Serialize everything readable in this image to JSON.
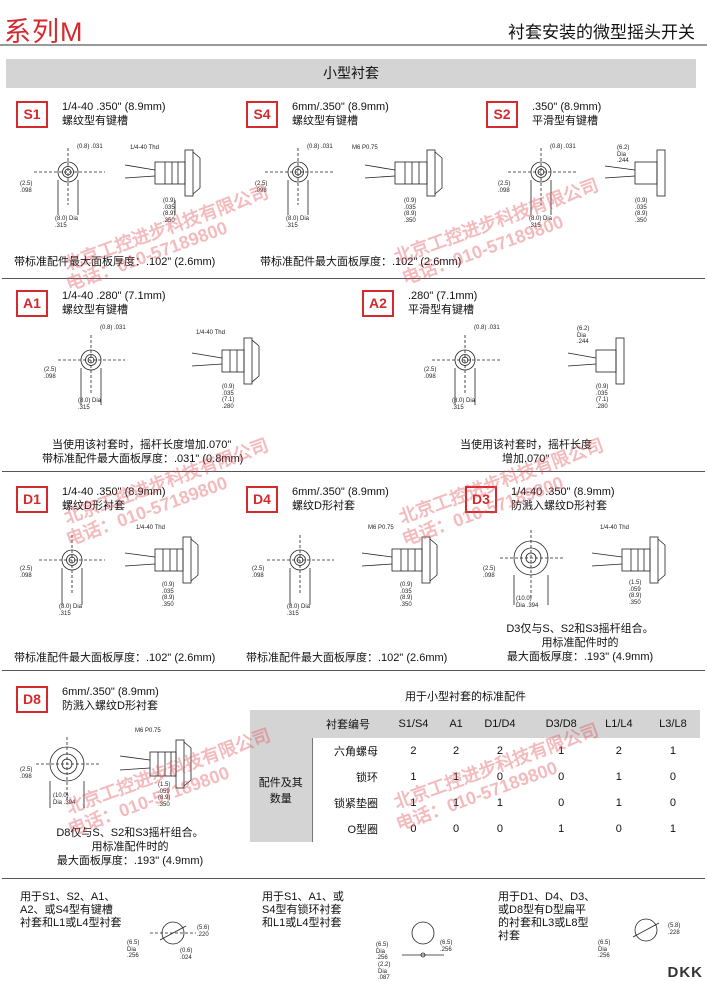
{
  "header": {
    "series": "系列M",
    "title": "衬套安装的微型摇头开关"
  },
  "section_title": "小型衬套",
  "bushings": {
    "S1": {
      "code": "S1",
      "line1": "1/4-40 .350\" (8.9mm)",
      "line2": "螺纹型有键槽",
      "thread": "1/4-40 Thd"
    },
    "S4": {
      "code": "S4",
      "line1": "6mm/.350\" (8.9mm)",
      "line2": "螺纹型有键槽",
      "thread": "M6 P0.75"
    },
    "S2": {
      "code": "S2",
      "line1": ".350\" (8.9mm)",
      "line2": "平滑型有键槽",
      "thread": "(6.2) Dia .244"
    },
    "A1": {
      "code": "A1",
      "line1": "1/4-40 .280\" (7.1mm)",
      "line2": "螺纹型有键槽",
      "thread": "1/4-40 Thd"
    },
    "A2": {
      "code": "A2",
      "line1": ".280\" (7.1mm)",
      "line2": "平滑型有键槽",
      "thread": "(6.2) Dia .244"
    },
    "D1": {
      "code": "D1",
      "line1": "1/4-40 .350\" (8.9mm)",
      "line2": "螺纹D形衬套",
      "thread": "1/4-40 Thd"
    },
    "D4": {
      "code": "D4",
      "line1": "6mm/.350\" (8.9mm)",
      "line2": "螺纹D形衬套",
      "thread": "M6 P0.75"
    },
    "D3": {
      "code": "D3",
      "line1": "1/4-40 .350\" (8.9mm)",
      "line2": "防溅入螺纹D形衬套",
      "thread": "1/4-40 Thd"
    },
    "D8": {
      "code": "D8",
      "line1": "6mm/.350\" (8.9mm)",
      "line2": "防溅入螺纹D形衬套",
      "thread": "M6 P0.75"
    }
  },
  "dims": {
    "key": "(0.8) .031",
    "d25": "(2.5) .098",
    "d80": "(8.0) Dia .315",
    "d100": "(10.0) Dia .394",
    "len350": "(0.9) .035 (8.9) .350",
    "len280": "(0.9) .035 (7.1) .280",
    "len350b": "(1.5) .059 (8.9) .350"
  },
  "notes": {
    "s1": "带标准配件最大面板厚度：.102\" (2.6mm)",
    "s4": "带标准配件最大面板厚度：.102\" (2.6mm)",
    "a1_1": "当使用该衬套时，摇杆长度增加.070\"",
    "a1_2": "带标准配件最大面板厚度：.031\" (0.8mm)",
    "a2_1": "当使用该衬套时，摇杆长度",
    "a2_2": "增加.070\"",
    "d1": "带标准配件最大面板厚度：.102\" (2.6mm)",
    "d4": "带标准配件最大面板厚度：.102\" (2.6mm)",
    "d3_1": "D3仅与S、S2和S3摇杆组合。",
    "d3_2": "用标准配件时的",
    "d3_3": "最大面板厚度：.193\" (4.9mm)",
    "d8_1": "D8仅与S、S2和S3摇杆组合。",
    "d8_2": "用标准配件时的",
    "d8_3": "最大面板厚度：.193\" (4.9mm)"
  },
  "table": {
    "title": "用于小型衬套的标准配件",
    "header": [
      "衬套编号",
      "S1/S4",
      "A1",
      "D1/D4",
      "D3/D8",
      "L1/L4",
      "L3/L8"
    ],
    "group_label_1": "配件及其",
    "group_label_2": "数量",
    "rows": [
      {
        "label": "六角螺母",
        "values": [
          "2",
          "2",
          "2",
          "1",
          "2",
          "1"
        ]
      },
      {
        "label": "锁环",
        "values": [
          "1",
          "1",
          "0",
          "0",
          "1",
          "0"
        ]
      },
      {
        "label": "锁紧垫圈",
        "values": [
          "1",
          "1",
          "1",
          "0",
          "1",
          "0"
        ]
      },
      {
        "label": "O型圈",
        "values": [
          "0",
          "0",
          "0",
          "1",
          "0",
          "1"
        ]
      }
    ]
  },
  "footer": {
    "col1": [
      "用于S1、S2、A1、",
      "A2、或S4型有键槽",
      "衬套和L1或L4型衬套"
    ],
    "col2": [
      "用于S1、A1、或",
      "S4型有锁环衬套",
      "和L1或L4型衬套"
    ],
    "col3": [
      "用于D1、D4、D3、",
      "或D8型有D型扁平",
      "的衬套和L3或L8型",
      "衬套"
    ],
    "dim1": {
      "a": "(6.5) Dia .256",
      "b": "(5.6) .220",
      "c": "(0.6) .024"
    },
    "dim2": {
      "a": "(6.5) Dia .256",
      "b": "(6.5) .256",
      "c": "(2.2) Dia .087"
    },
    "dim3": {
      "a": "(6.5) Dia .256",
      "b": "(5.8) .228"
    }
  },
  "watermark": {
    "company": "北京工控进步科技有限公司",
    "phone": "电话：010-57189800"
  },
  "logo": "DKK"
}
